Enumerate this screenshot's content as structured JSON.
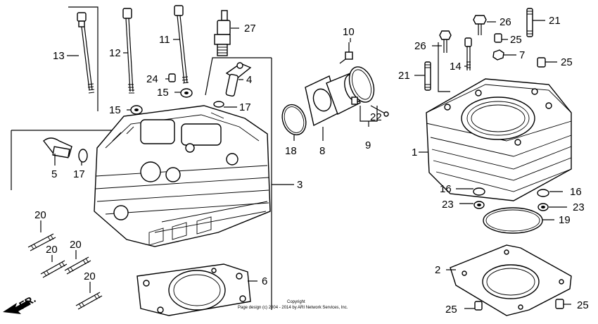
{
  "callouts": {
    "c1": "1",
    "c2": "2",
    "c3": "3",
    "c4": "4",
    "c5": "5",
    "c6": "6",
    "c7": "7",
    "c8": "8",
    "c9": "9",
    "c10": "10",
    "c11": "11",
    "c12": "12",
    "c13": "13",
    "c14": "14",
    "c15a": "15",
    "c15b": "15",
    "c16a": "16",
    "c16b": "16",
    "c17a": "17",
    "c17b": "17",
    "c18": "18",
    "c19": "19",
    "c20a": "20",
    "c20b": "20",
    "c20c": "20",
    "c20d": "20",
    "c21a": "21",
    "c21b": "21",
    "c22": "22",
    "c23a": "23",
    "c23b": "23",
    "c24": "24",
    "c25a": "25",
    "c25b": "25",
    "c25c": "25",
    "c25d": "25",
    "c26a": "26",
    "c26b": "26",
    "c27": "27"
  },
  "footer": {
    "copyright_line1": "Copyright",
    "copyright_line2": "Page design (c) 2004 - 2014 by ARI Network Services, Inc."
  },
  "front_marker": {
    "label": "FR."
  },
  "colors": {
    "ink": "#000000",
    "paper": "#ffffff"
  }
}
